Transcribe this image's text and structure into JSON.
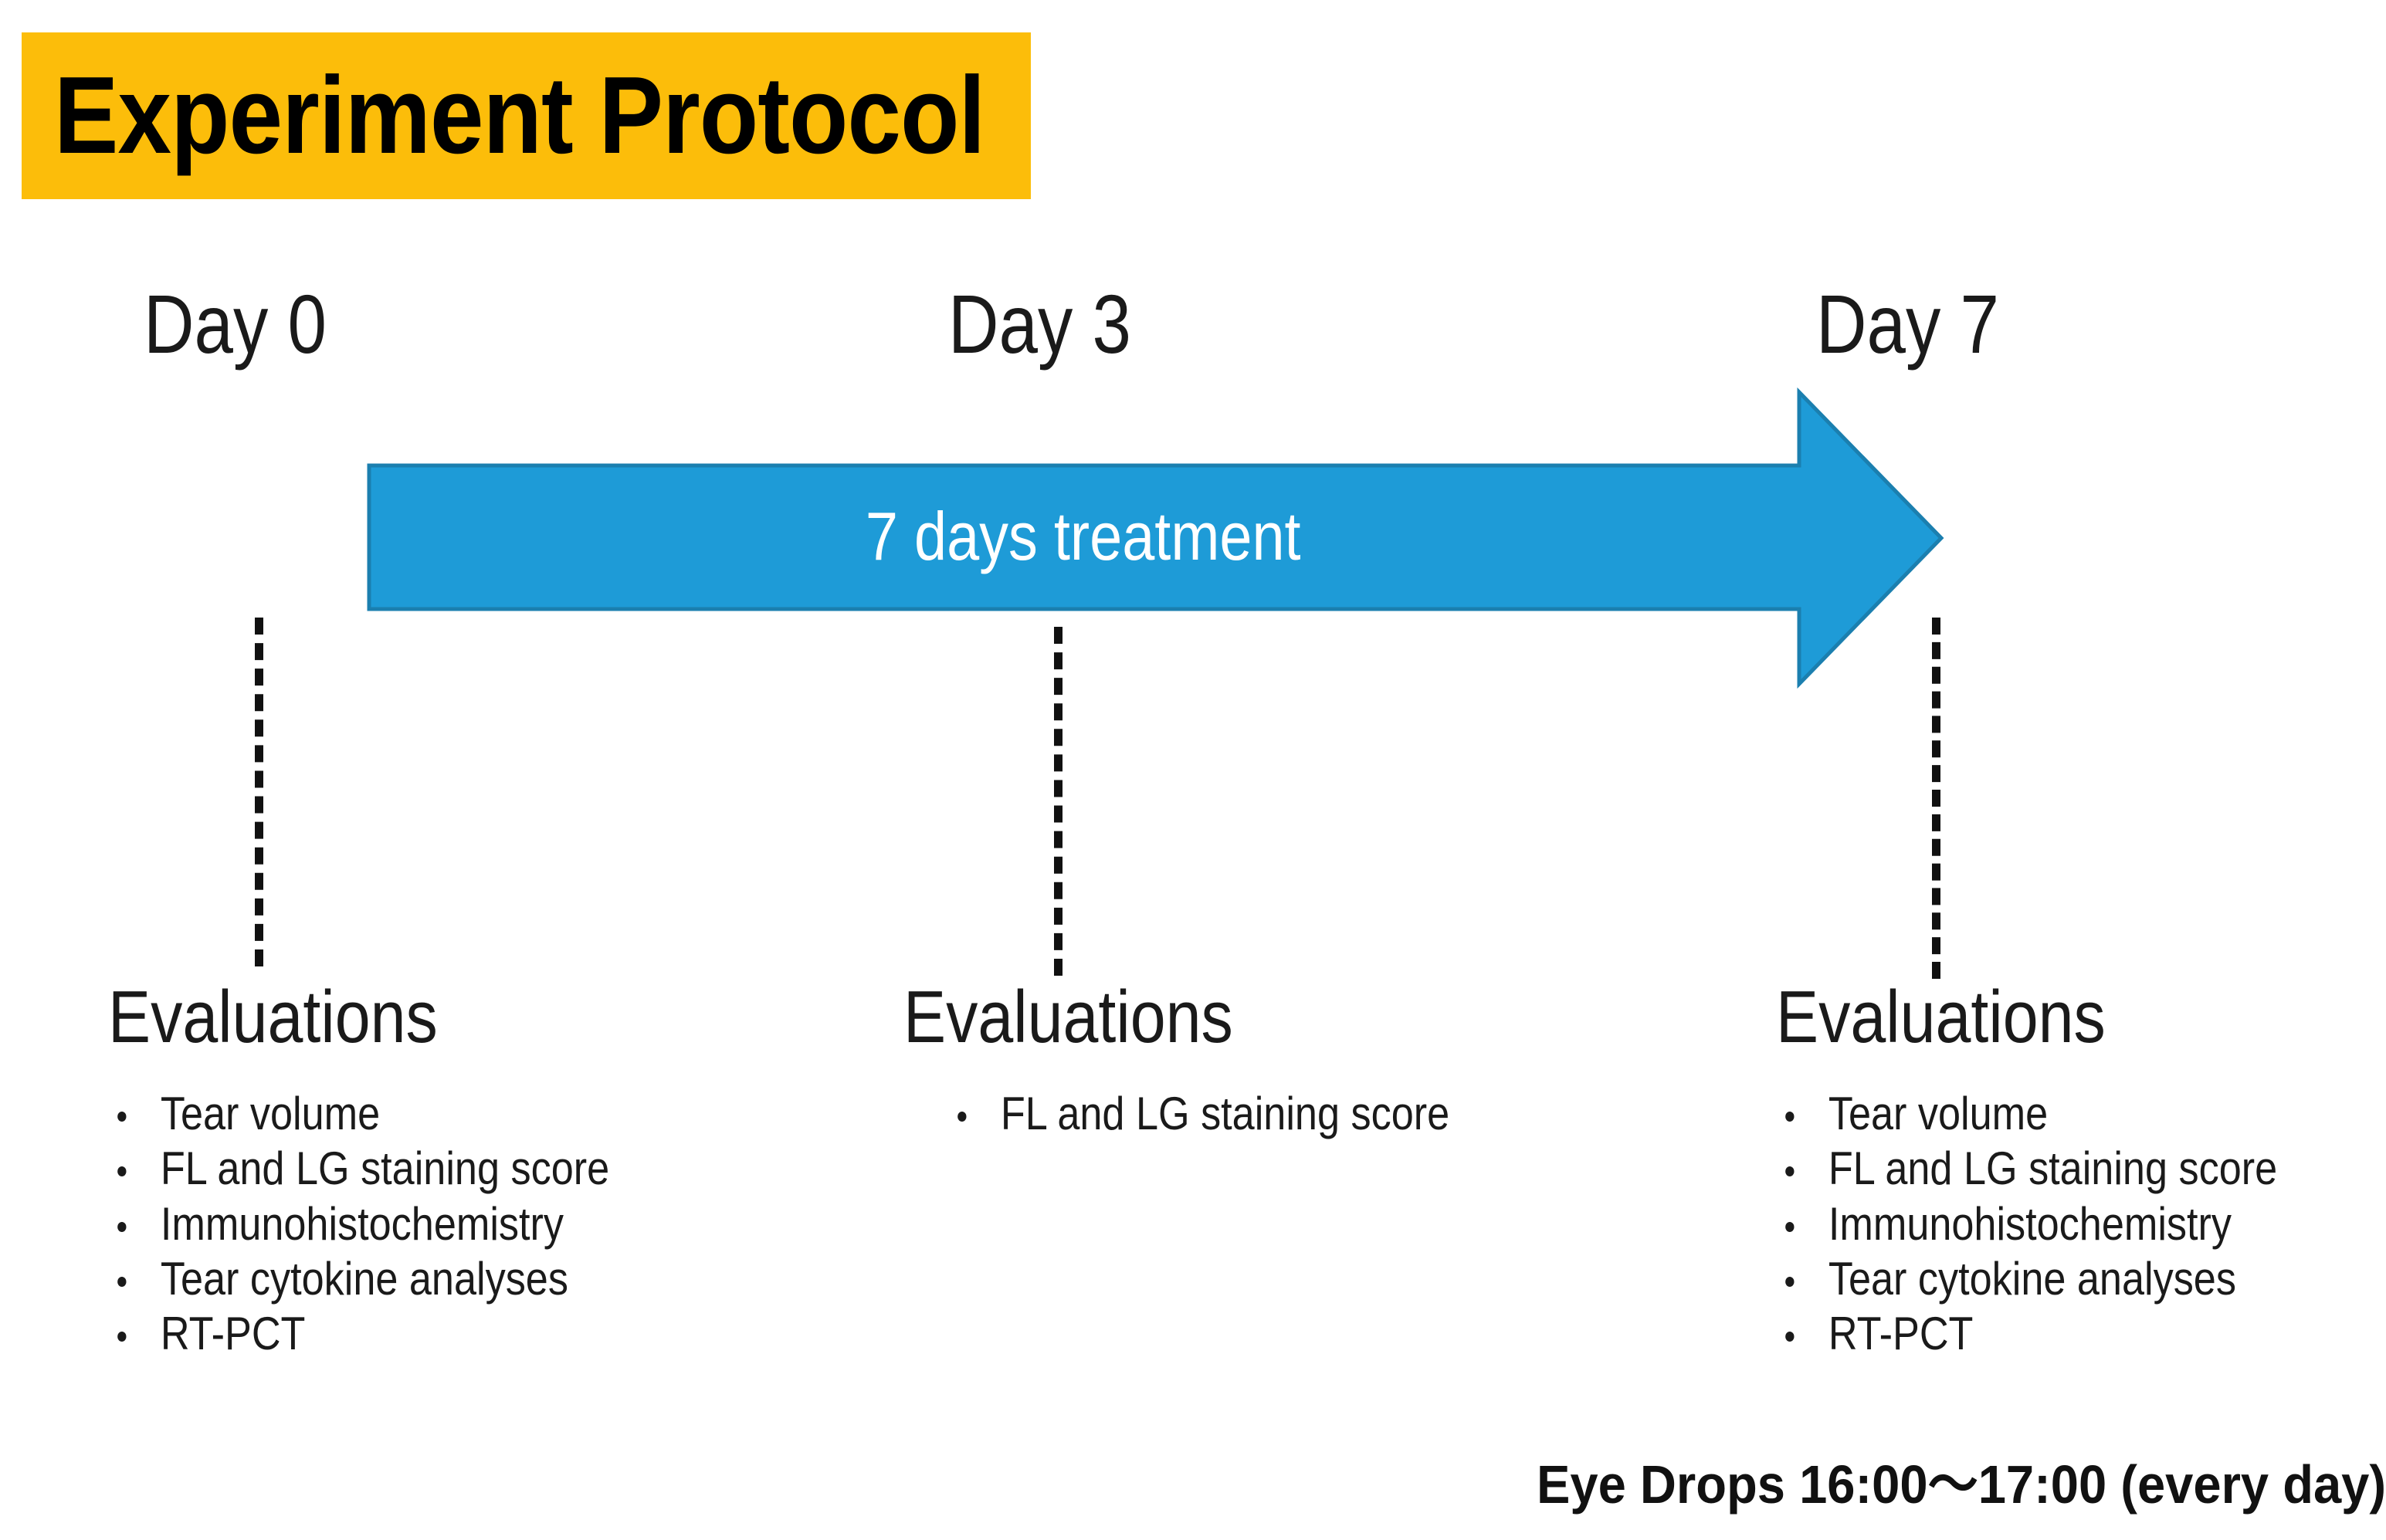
{
  "title": {
    "text": "Experiment Protocol",
    "banner_color": "#FCBD0A",
    "text_color": "#000000"
  },
  "timeline": {
    "arrow_color": "#1E9BD7",
    "arrow_border_color": "#1B7FAF",
    "arrow_caption": "7 days treatment",
    "day_labels": [
      {
        "id": "day-0",
        "text": "Day 0"
      },
      {
        "id": "day-3",
        "text": "Day 3"
      },
      {
        "id": "day-7",
        "text": "Day 7"
      }
    ]
  },
  "evaluations": [
    {
      "day": "Day 0",
      "heading": "Evaluations",
      "items": [
        "Tear volume",
        "FL and LG staining score",
        "Immunohistochemistry",
        "Tear cytokine analyses",
        "RT-PCT"
      ]
    },
    {
      "day": "Day 3",
      "heading": "Evaluations",
      "items": [
        "FL and LG staining score"
      ]
    },
    {
      "day": "Day 7",
      "heading": "Evaluations",
      "items": [
        "Tear volume",
        "FL and LG staining score",
        "Immunohistochemistry",
        "Tear cytokine analyses",
        "RT-PCT"
      ]
    }
  ],
  "footnote": {
    "text": "Eye Drops 16:00〜17:00 (every day)"
  }
}
